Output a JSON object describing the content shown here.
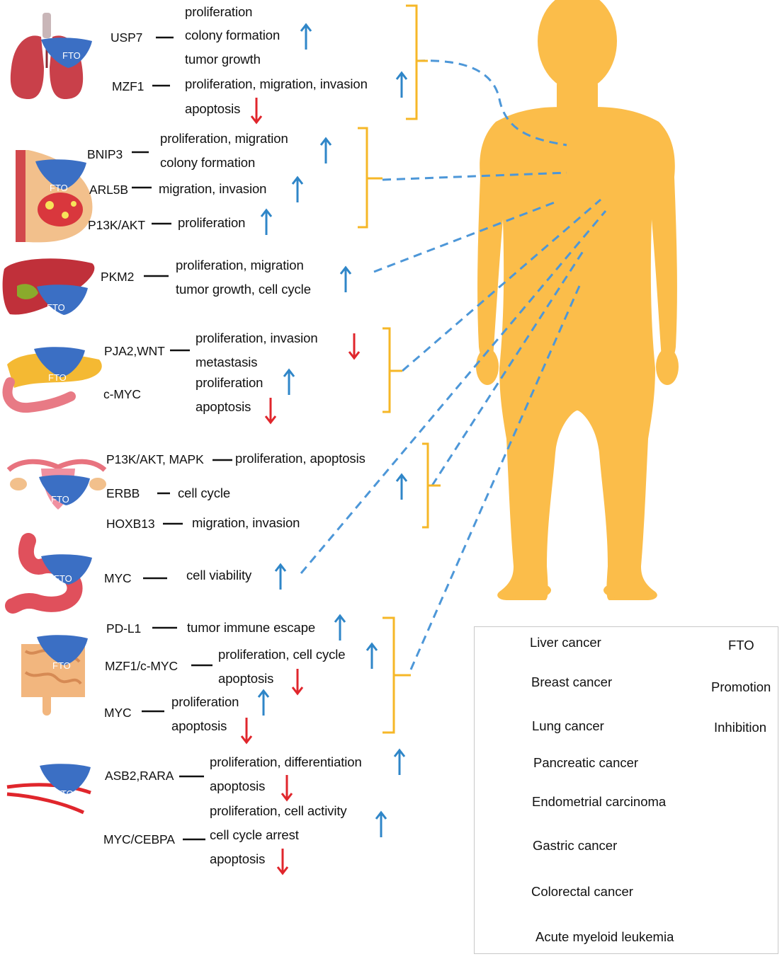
{
  "colors": {
    "body": "#fbbd4a",
    "bracket": "#f6b727",
    "dash": "#4d97d8",
    "fto": "#3b6fc4",
    "promotion": "#2f86c8",
    "inhibition": "#e0262c"
  },
  "fto_label": "FTO",
  "groups": {
    "lung": {
      "gene1": "USP7",
      "gene2": "MZF1",
      "e1": "proliferation",
      "e2": "colony formation",
      "e3": "tumor growth",
      "e4": "proliferation, migration, invasion",
      "e5": "apoptosis"
    },
    "breast": {
      "gene1": "BNIP3",
      "gene2": "ARL5B",
      "gene3": "P13K/AKT",
      "e1": "proliferation, migration",
      "e2": "colony formation",
      "e3": "migration, invasion",
      "e4": "proliferation"
    },
    "liver": {
      "gene1": "PKM2",
      "e1": "proliferation, migration",
      "e2": "tumor growth, cell cycle"
    },
    "pancreas": {
      "gene1": "PJA2,WNT",
      "gene2": "c-MYC",
      "e1": "proliferation, invasion",
      "e2": "metastasis",
      "e3": "proliferation",
      "e4": "apoptosis"
    },
    "endometrial": {
      "gene1": "P13K/AKT, MAPK",
      "gene2": "ERBB",
      "gene3": "HOXB13",
      "e1": "proliferation, apoptosis",
      "e2": "cell cycle",
      "e3": "migration, invasion"
    },
    "gastric": {
      "gene1": "MYC",
      "e1": "cell viability"
    },
    "colorectal": {
      "gene1": "PD-L1",
      "gene2": "MZF1/c-MYC",
      "gene3": "MYC",
      "e1": "tumor immune escape",
      "e2": "proliferation, cell cycle",
      "e3": "apoptosis",
      "e4": "proliferation",
      "e5": "apoptosis"
    },
    "aml": {
      "gene1": "ASB2,RARA",
      "gene2": "MYC/CEBPA",
      "e1": "proliferation, differentiation",
      "e2": "apoptosis",
      "e3": "proliferation, cell activity",
      "e4": "cell cycle arrest",
      "e5": "apoptosis"
    }
  },
  "legend": {
    "liver": "Liver cancer",
    "breast": "Breast cancer",
    "lung": "Lung cancer",
    "pancreatic": "Pancreatic cancer",
    "endometrial": "Endometrial carcinoma",
    "gastric": "Gastric cancer",
    "colorectal": "Colorectal cancer",
    "aml": "Acute myeloid leukemia",
    "fto": "FTO",
    "promotion": "Promotion",
    "inhibition": "Inhibition"
  }
}
